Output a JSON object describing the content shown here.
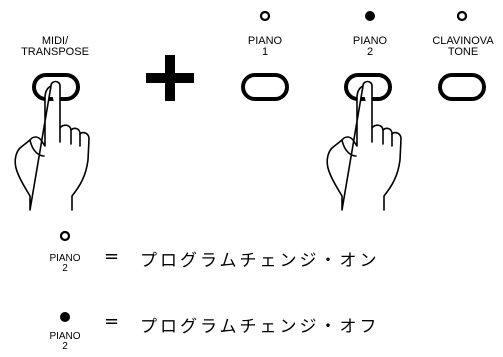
{
  "buttons": {
    "midi_transpose": {
      "label": "MIDI/\nTRANSPOSE"
    },
    "piano1": {
      "label": "PIANO\n1",
      "led": "off"
    },
    "piano2": {
      "label": "PIANO\n2",
      "led": "on"
    },
    "clavinova_tone": {
      "label": "CLAVINOVA\nTONE",
      "led": "off"
    }
  },
  "plus_symbol": "+",
  "legend": [
    {
      "led": "off",
      "label_line1": "PIANO",
      "label_line2": "2",
      "equals": "=",
      "text": "プログラムチェンジ・オン"
    },
    {
      "led": "on",
      "label_line1": "PIANO",
      "label_line2": "2",
      "equals": "=",
      "text": "プログラムチェンジ・オフ"
    }
  ]
}
